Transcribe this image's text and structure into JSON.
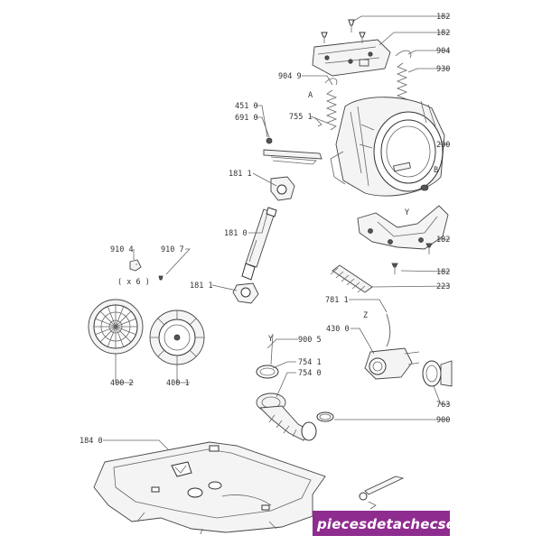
{
  "callouts": [
    {
      "id": "c1",
      "text": "182"
    },
    {
      "id": "c2",
      "text": "182"
    },
    {
      "id": "c3",
      "text": "904"
    },
    {
      "id": "c4",
      "text": "930"
    },
    {
      "id": "c5",
      "text": "904 9"
    },
    {
      "id": "c6",
      "text": "451 0"
    },
    {
      "id": "c7",
      "text": "691 0"
    },
    {
      "id": "c8",
      "text": "755 1"
    },
    {
      "id": "c9",
      "text": "200"
    },
    {
      "id": "c10",
      "text": "181 1"
    },
    {
      "id": "c11",
      "text": "181 0"
    },
    {
      "id": "c12",
      "text": "910 4"
    },
    {
      "id": "c13",
      "text": "910 7"
    },
    {
      "id": "c14",
      "text": "( x 6 )"
    },
    {
      "id": "c15",
      "text": "181 1"
    },
    {
      "id": "c16",
      "text": "182"
    },
    {
      "id": "c17",
      "text": "182"
    },
    {
      "id": "c18",
      "text": "223"
    },
    {
      "id": "c19",
      "text": "781 1"
    },
    {
      "id": "c20",
      "text": "430 0"
    },
    {
      "id": "c21",
      "text": "900 5"
    },
    {
      "id": "c22",
      "text": "754 1"
    },
    {
      "id": "c23",
      "text": "754 0"
    },
    {
      "id": "c24",
      "text": "763"
    },
    {
      "id": "c25",
      "text": "900"
    },
    {
      "id": "c26",
      "text": "400 2"
    },
    {
      "id": "c27",
      "text": "400 1"
    },
    {
      "id": "c28",
      "text": "184 0"
    }
  ],
  "markers": {
    "a": "A",
    "b": "B",
    "y1": "Y",
    "y2": "Y",
    "z": "Z"
  },
  "watermark": {
    "text": "piecesdetachecselec.com",
    "color": "#8f2c8f"
  }
}
